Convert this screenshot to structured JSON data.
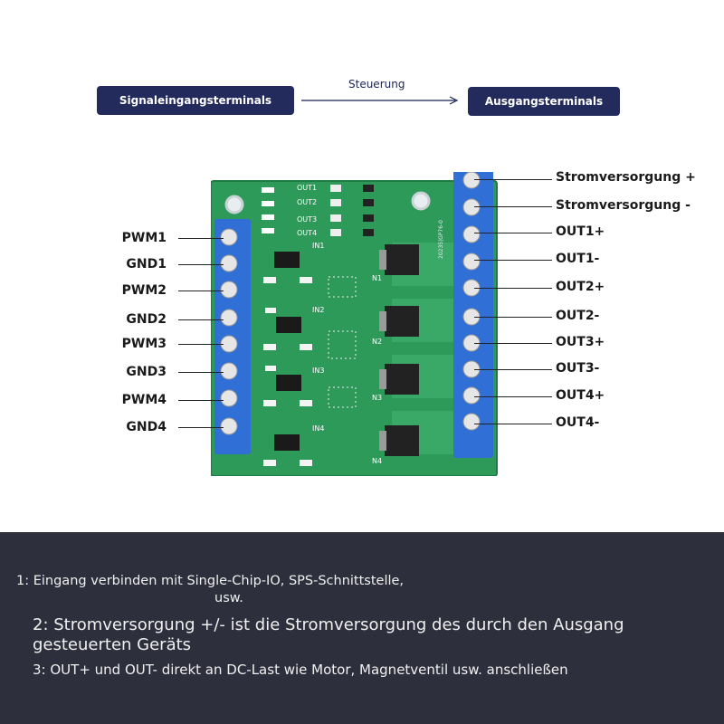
{
  "header": {
    "input_terminals": "Signaleingangsterminals",
    "control": "Steuerung",
    "output_terminals": "Ausgangsterminals"
  },
  "left_labels": [
    "PWM1",
    "GND1",
    "PWM2",
    "GND2",
    "PWM3",
    "GND3",
    "PWM4",
    "GND4"
  ],
  "right_labels": [
    "Stromversorgung +",
    "Stromversorgung -",
    "OUT1+",
    "OUT1-",
    "OUT2+",
    "OUT2-",
    "OUT3+",
    "OUT3-",
    "OUT4+",
    "OUT4-"
  ],
  "board_silkscreen": {
    "out_leds": [
      "OUT1",
      "OUT2",
      "OUT3",
      "OUT4"
    ],
    "inputs": [
      "IN1",
      "IN2",
      "IN3",
      "IN4"
    ],
    "fets": [
      "N1",
      "N2",
      "N3",
      "N4"
    ],
    "part_code": "20235|GP76-0"
  },
  "notes": {
    "line1a": "1: Eingang verbinden mit Single-Chip-IO, SPS-Schnittstelle,",
    "line1b": "usw.",
    "line2": "2: Stromversorgung +/- ist die Stromversorgung des durch den Ausgang gesteuerten Geräts",
    "line3": "3: OUT+ und OUT- direkt an DC-Last wie Motor, Magnetventil usw. anschließen"
  },
  "colors": {
    "pill": "#232a5c",
    "pcb": "#2e9a5a",
    "terminal": "#2f6fd6",
    "footer": "#2e2f3d"
  }
}
